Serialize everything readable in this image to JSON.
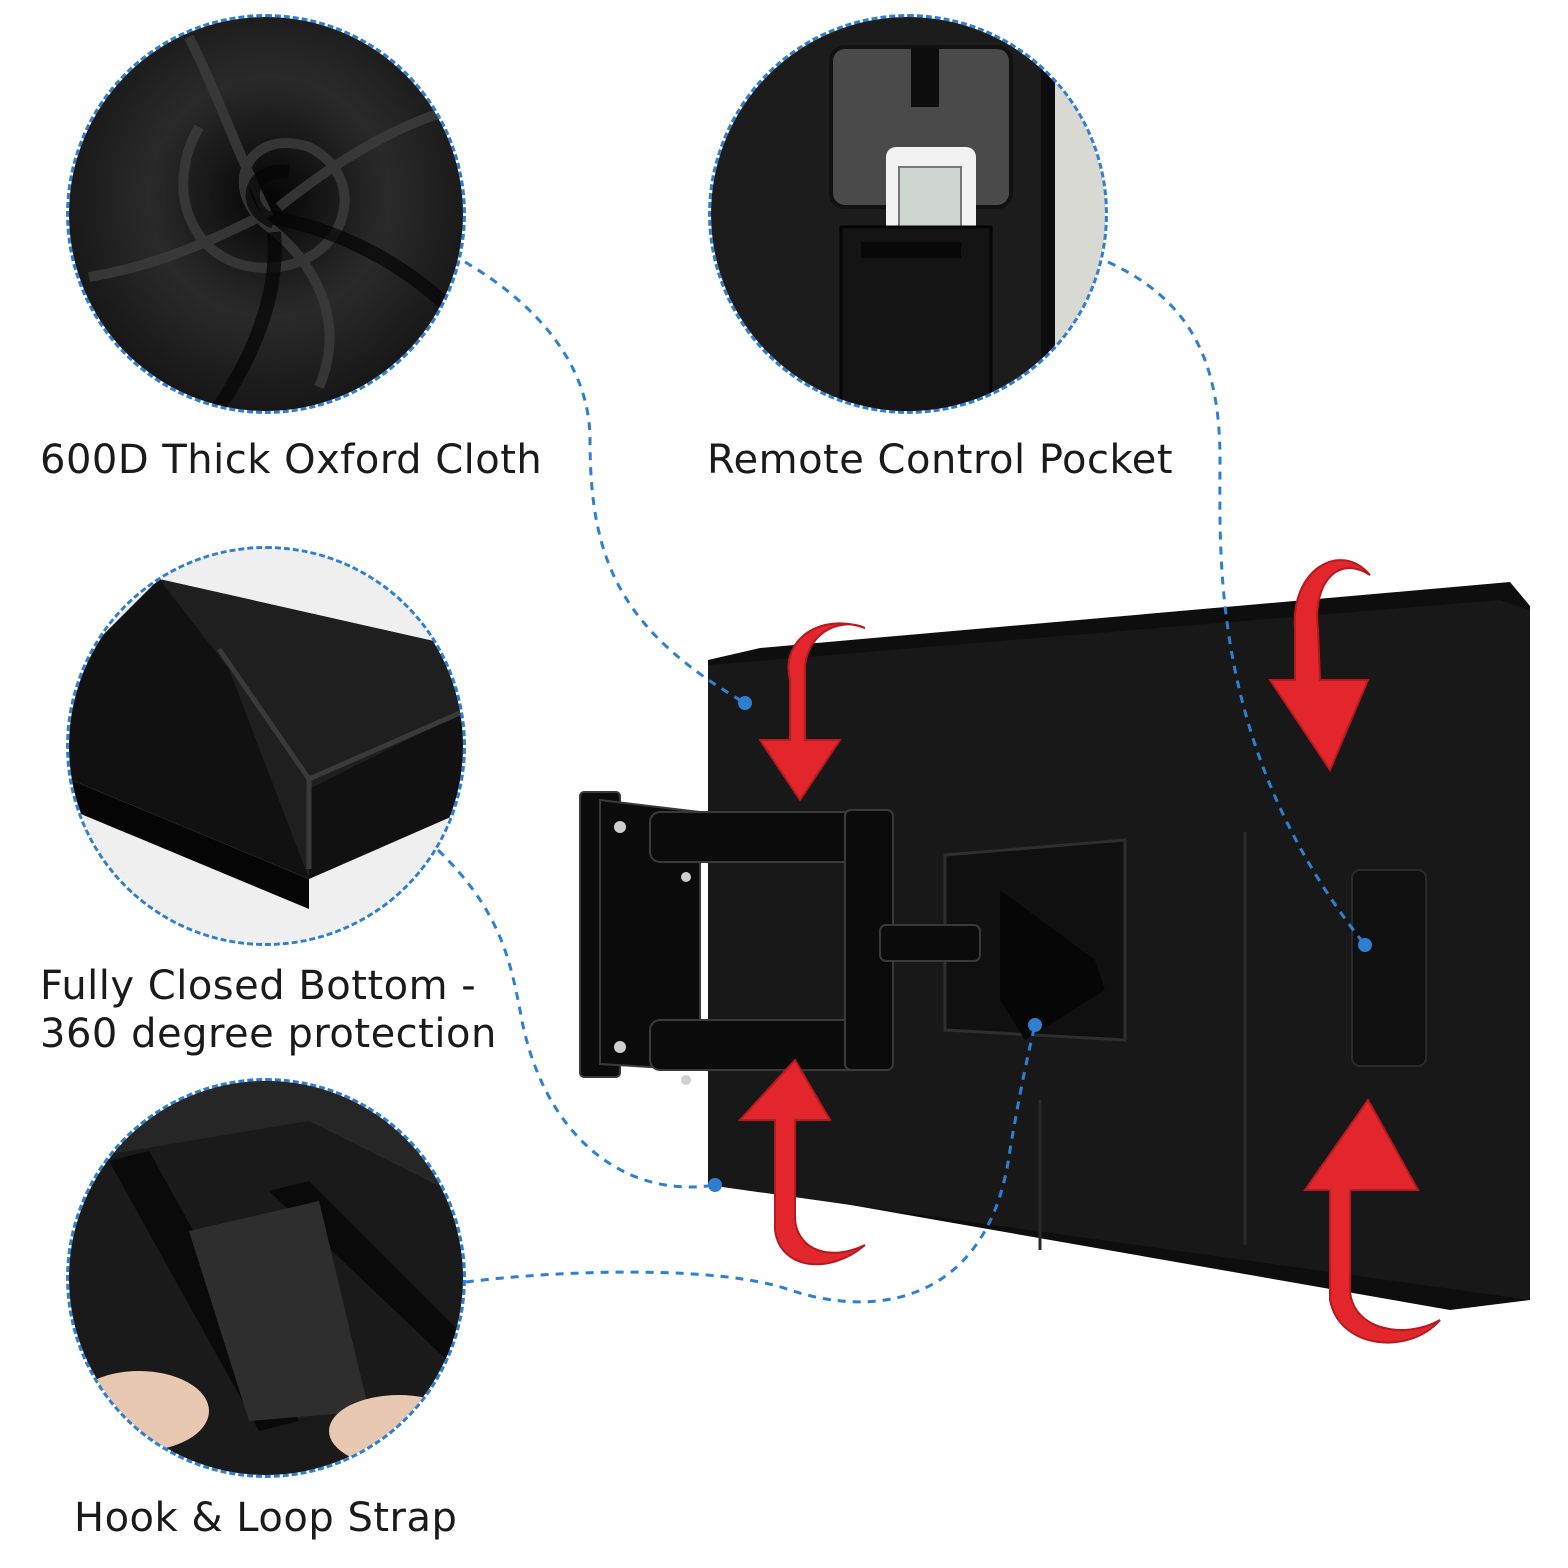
{
  "captions": {
    "fabric": "600D Thick Oxford Cloth",
    "pocket": "Remote Control Pocket",
    "bottom_line1": "Fully Closed Bottom -",
    "bottom_line2": "360 degree protection",
    "strap": "Hook & Loop Strap"
  },
  "colors": {
    "dashed_line": "#2f7fd1",
    "arrow": "#e3262c",
    "cover": "#161616",
    "text": "#1a1a1a"
  },
  "icons": {
    "rotate_arrow": "curved-red-arrow-icon",
    "callout_dot": "blue-dot-icon"
  }
}
